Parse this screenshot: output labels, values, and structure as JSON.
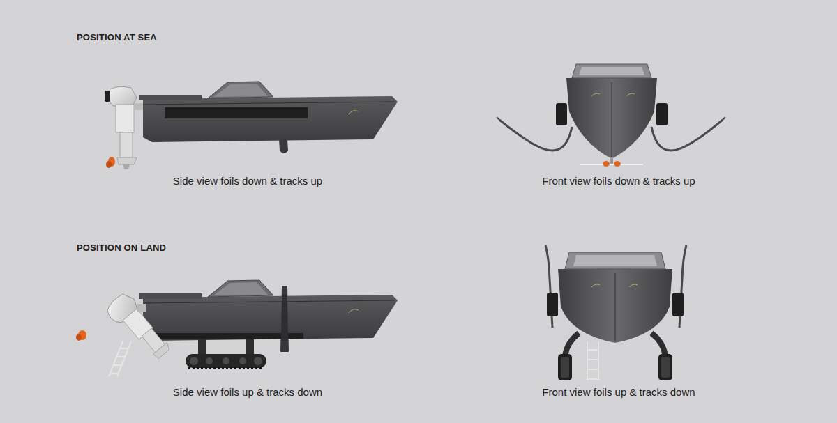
{
  "diagram": {
    "labels": [
      "POSITION AT SEA",
      "Side view foils down & tracks up",
      "Front view foils down & tracks up",
      "POSITION ON LAND",
      "Side view foils up & tracks down",
      "Front view foils up & tracks down"
    ]
  }
}
